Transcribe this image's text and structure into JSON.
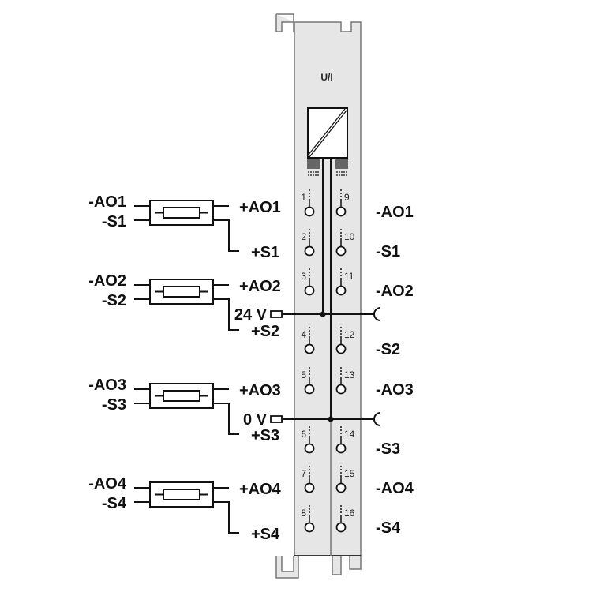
{
  "module": {
    "title": "U/I",
    "fill_color": "#e6e6e6",
    "outline_color": "#777777"
  },
  "channels": [
    {
      "minus_ao": "-AO1",
      "minus_s": "-S1",
      "plus_ao": "+AO1",
      "plus_s": "+S1"
    },
    {
      "minus_ao": "-AO2",
      "minus_s": "-S2",
      "plus_ao": "+AO2",
      "plus_s": "+S2"
    },
    {
      "minus_ao": "-AO3",
      "minus_s": "-S3",
      "plus_ao": "+AO3",
      "plus_s": "+S3"
    },
    {
      "minus_ao": "-AO4",
      "minus_s": "-S4",
      "plus_ao": "+AO4",
      "plus_s": "+S4"
    }
  ],
  "terminals_left": [
    "1",
    "2",
    "3",
    "4",
    "5",
    "6",
    "7",
    "8"
  ],
  "terminals_right": [
    "9",
    "10",
    "11",
    "12",
    "13",
    "14",
    "15",
    "16"
  ],
  "right_labels": [
    "-AO1",
    "-S1",
    "-AO2",
    "-S2",
    "-AO3",
    "-S3",
    "-AO4",
    "-S4"
  ],
  "power": {
    "supply": "24 V",
    "ground": "0 V"
  }
}
